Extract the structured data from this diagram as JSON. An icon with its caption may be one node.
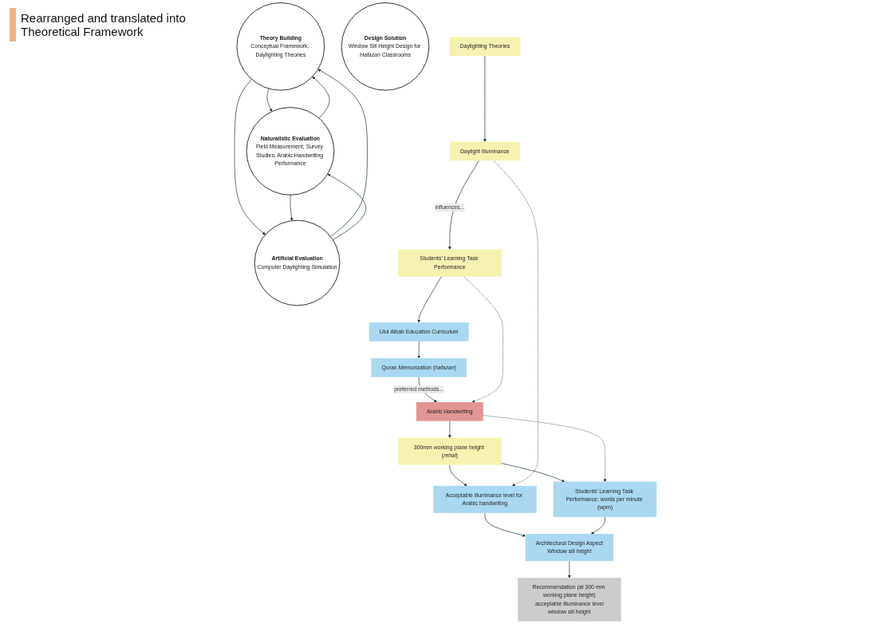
{
  "diagram": {
    "nodes": [
      {
        "text": [
          "Theory Building",
          "Conceptual Framework; Daylighting Theories"
        ]
      },
      {
        "text": [
          "Design Solution",
          "Window Sill Height Design for *Hafazan* Classrooms"
        ]
      },
      {
        "text": [
          "Naturalistic Evaluation",
          "Field Measurement; Survey Studies; Arabic Handwriting Performance"
        ]
      },
      {
        "text": [
          "Artificial Evaluation",
          "Computer Daylighting Simulation"
        ]
      },
      {
        "text": [
          "Daylighting Theories"
        ]
      },
      {
        "text": [
          "Daylight Illuminance"
        ]
      },
      {
        "text": [
          "Students’ Learning Task Performance"
        ]
      },
      {
        "text": [
          "Ulul Albab Education Curriculum"
        ]
      },
      {
        "text": [
          "Quran Memorization (*hafazan*)"
        ]
      },
      {
        "text": [
          "Arabic Handwriting"
        ]
      },
      {
        "text": [
          "300mm working plane height (*rehal*)"
        ]
      },
      {
        "text": [
          "Acceptable illuminance level for Arabic handwriting"
        ]
      },
      {
        "text": [
          "Students’ Learning Task Performance; words per minute (wpm)"
        ]
      },
      {
        "text": [
          "Architectural Design Aspect",
          "Window sill height"
        ]
      },
      {
        "text": [
          "Recommendation (at 300 mm working plane height)",
          "acceptable illuminance level",
          "window sill height"
        ]
      }
    ],
    "edges": [
      {
        "from": 2,
        "to": 0,
        "arrow": "to"
      },
      {
        "from": 0,
        "to": 2,
        "arrow": "to"
      },
      {
        "from": 0,
        "to": 3,
        "arrow": "to"
      },
      {
        "from": 3,
        "to": 0,
        "arrow": "to"
      },
      {
        "from": 2,
        "to": 3,
        "arrow": "to"
      },
      {
        "from": 3,
        "to": 2,
        "arrow": "to"
      },
      {
        "from": 4,
        "to": 5,
        "arrow": "to"
      },
      {
        "from": 5,
        "to": 6,
        "arrow": "to",
        "label": "influences..."
      },
      {
        "from": 6,
        "to": 7,
        "arrow": "to"
      },
      {
        "from": 7,
        "to": 8,
        "arrow": "to"
      },
      {
        "from": 8,
        "to": 9,
        "arrow": "to",
        "label": "preferred methods..."
      },
      {
        "from": 9,
        "to": 10,
        "arrow": "to"
      },
      {
        "from": 10,
        "to": 11,
        "arrow": "to"
      },
      {
        "from": 10,
        "to": 12,
        "arrow": "to"
      },
      {
        "from": 11,
        "to": 13,
        "arrow": "to"
      },
      {
        "from": 12,
        "to": 13,
        "arrow": "to"
      },
      {
        "from": 13,
        "to": 14,
        "arrow": "to"
      },
      {
        "from": 5,
        "to": 11,
        "arrow": "to",
        "style": "dashed"
      },
      {
        "from": 6,
        "to": 9,
        "arrow": "to",
        "style": "dashed"
      },
      {
        "from": 9,
        "to": 12,
        "arrow": "to",
        "style": "dashed"
      }
    ],
    "labels": [
      "Rearranged and translated into Theoretical Framework"
    ]
  }
}
